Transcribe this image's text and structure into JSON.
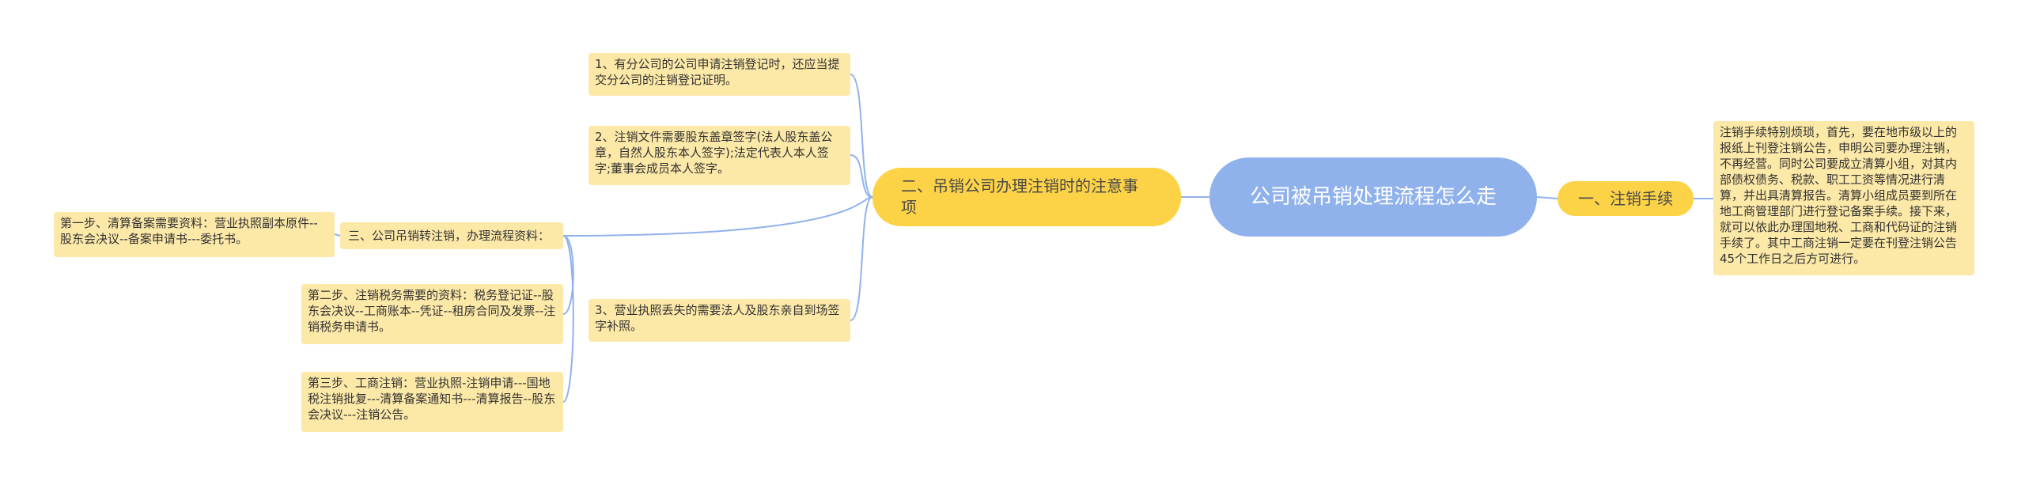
{
  "root": {
    "title": "公司被吊销处理流程怎么走"
  },
  "branches": [
    {
      "label": "一、注销手续"
    },
    {
      "label": "二、吊销公司办理注销时的注意事项"
    }
  ],
  "right_leaf": {
    "text": "注销手续特别烦琐，首先，要在地市级以上的报纸上刊登注销公告，申明公司要办理注销，不再经营。同时公司要成立清算小组，对其内部债权债务、税款、职工工资等情况进行清算，并出具清算报告。清算小组成员要到所在地工商管理部门进行登记备案手续。接下来，就可以依此办理国地税、工商和代码证的注销手续了。其中工商注销一定要在刊登注销公告45个工作日之后方可进行。"
  },
  "left_leaves": [
    {
      "text": "1、有分公司的公司申请注销登记时，还应当提交分公司的注销登记证明。"
    },
    {
      "text": "2、注销文件需要股东盖章签字(法人股东盖公章，自然人股东本人签字);法定代表人本人签字;董事会成员本人签字。"
    },
    {
      "text": "三、公司吊销转注销，办理流程资料："
    },
    {
      "text": "3、营业执照丢失的需要法人及股东亲自到场签字补照。"
    }
  ],
  "steps": [
    {
      "text": "第一步、清算备案需要资料：营业执照副本原件--股东会决议--备案申请书---委托书。"
    },
    {
      "text": "第二步、注销税务需要的资料：税务登记证--股东会决议--工商账本--凭证--租房合同及发票--注销税务申请书。"
    },
    {
      "text": "第三步、工商注销：营业执照-注销申请---国地税注销批复---清算备案通知书---清算报告--股东会决议---注销公告。"
    }
  ],
  "colors": {
    "root": "#90b2ec",
    "branch": "#fcd247",
    "leaf": "#fce8a7",
    "link": "#90b2ec"
  }
}
